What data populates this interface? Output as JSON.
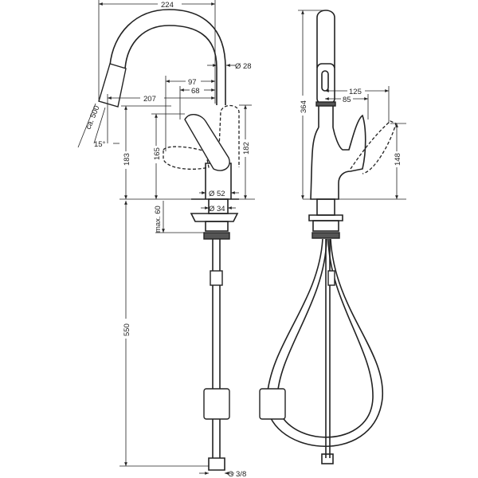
{
  "front_view": {
    "dims": {
      "width_total": "224",
      "spout_diameter": "Ø 28",
      "handle_reach_97": "97",
      "handle_reach_68": "68",
      "spout_reach": "207",
      "hose_pullout": "ca. 500",
      "spray_angle": "15°",
      "handle_height": "165",
      "handle_lever_height": "182",
      "spout_height": "183",
      "body_diameter": "Ø 52",
      "shank_diameter": "Ø 34",
      "max_thickness": "max. 60",
      "hose_length": "550",
      "connection": "G 3/8"
    }
  },
  "side_view": {
    "dims": {
      "total_height": "364",
      "lever_reach_125": "125",
      "lever_reach_85": "85",
      "lever_height": "148"
    }
  }
}
